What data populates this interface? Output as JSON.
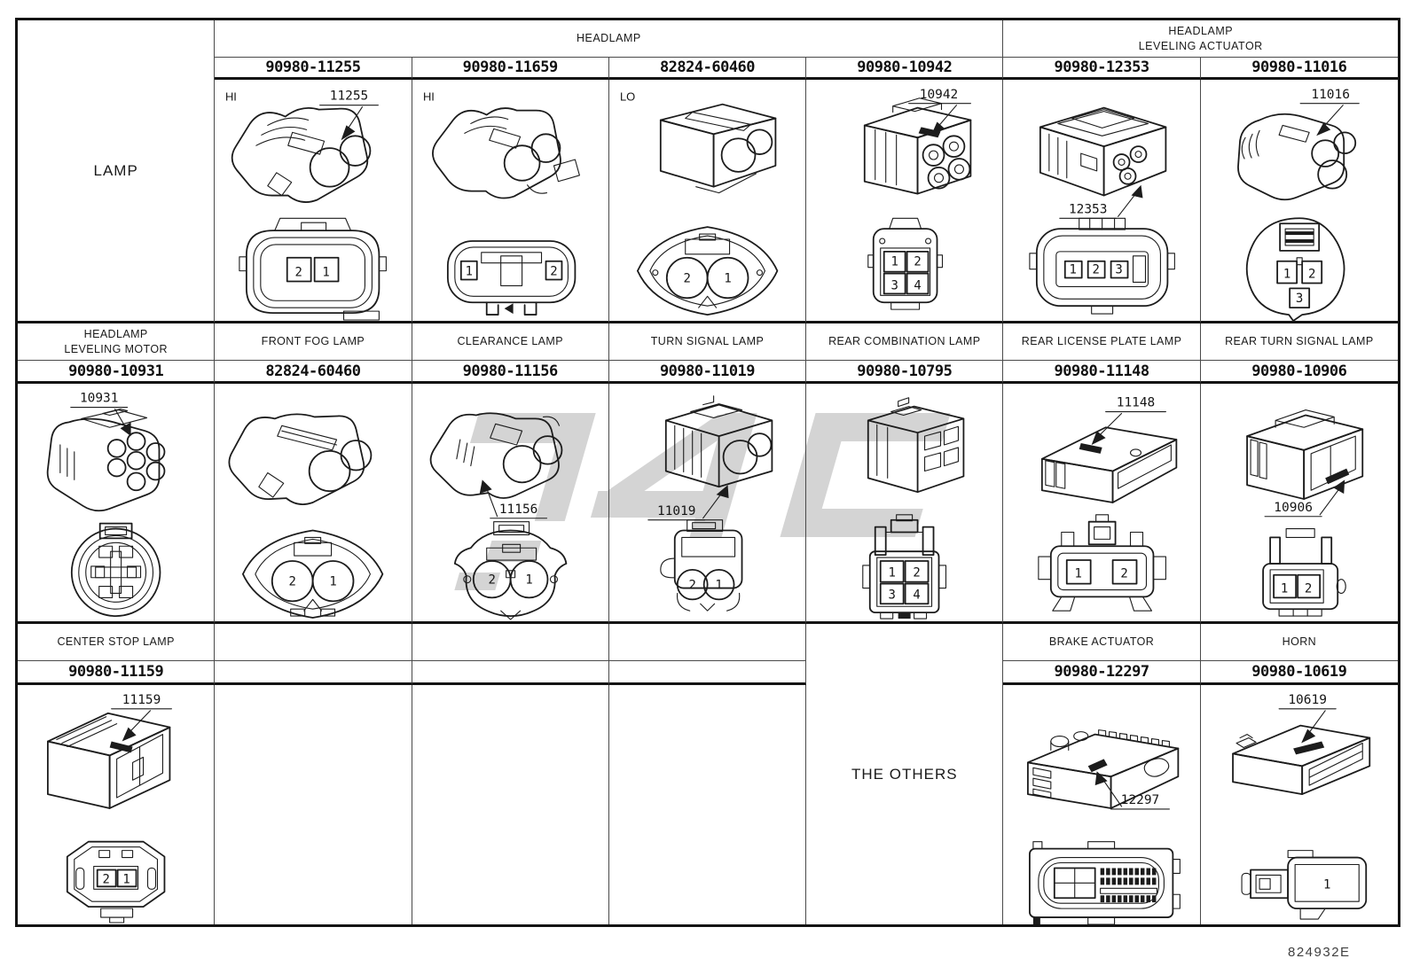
{
  "doc": {
    "code": "824932E"
  },
  "headers": {
    "lamp": "LAMP",
    "headlamp": "HEADLAMP",
    "leveling1": "HEADLAMP",
    "leveling2": "LEVELING ACTUATOR",
    "others": "THE OTHERS"
  },
  "band1": {
    "cells": [
      {
        "pn": "90980-11255",
        "corner": "HI",
        "callout": "11255",
        "p1": "2",
        "p2": "1"
      },
      {
        "pn": "90980-11659",
        "corner": "HI",
        "p1": "1",
        "p2": "2"
      },
      {
        "pn": "82824-60460",
        "corner": "LO",
        "p1": "2",
        "p2": "1"
      },
      {
        "pn": "90980-10942",
        "callout": "10942",
        "p1": "1",
        "p2": "2",
        "p3": "3",
        "p4": "4"
      },
      {
        "pn": "90980-12353",
        "callout": "12353",
        "p1": "1",
        "p2": "2",
        "p3": "3"
      },
      {
        "pn": "90980-11016",
        "callout": "11016",
        "p1": "1",
        "p2": "2",
        "p3": "3"
      }
    ]
  },
  "band2": {
    "cells": [
      {
        "label1": "HEADLAMP",
        "label2": "LEVELING MOTOR",
        "pn": "90980-10931",
        "callout": "10931"
      },
      {
        "label1": "FRONT FOG LAMP",
        "pn": "82824-60460",
        "p1": "2",
        "p2": "1"
      },
      {
        "label1": "CLEARANCE LAMP",
        "pn": "90980-11156",
        "callout": "11156",
        "p1": "2",
        "p2": "1"
      },
      {
        "label1": "TURN SIGNAL LAMP",
        "pn": "90980-11019",
        "callout": "11019",
        "p1": "2",
        "p2": "1"
      },
      {
        "label1": "REAR COMBINATION LAMP",
        "pn": "90980-10795",
        "p1": "1",
        "p2": "2",
        "p3": "3",
        "p4": "4"
      },
      {
        "label1": "REAR LICENSE PLATE LAMP",
        "pn": "90980-11148",
        "callout": "11148",
        "p1": "1",
        "p2": "2"
      },
      {
        "label1": "REAR TURN SIGNAL LAMP",
        "pn": "90980-10906",
        "callout": "10906",
        "p1": "1",
        "p2": "2"
      }
    ]
  },
  "band3": {
    "cells": [
      {
        "label1": "CENTER STOP LAMP",
        "pn": "90980-11159",
        "callout": "11159",
        "p1": "2",
        "p2": "1"
      },
      {
        "label1": "BRAKE ACTUATOR",
        "pn": "90980-12297",
        "callout": "12297"
      },
      {
        "label1": "HORN",
        "pn": "90980-10619",
        "callout": "10619",
        "p1": "1"
      }
    ]
  }
}
